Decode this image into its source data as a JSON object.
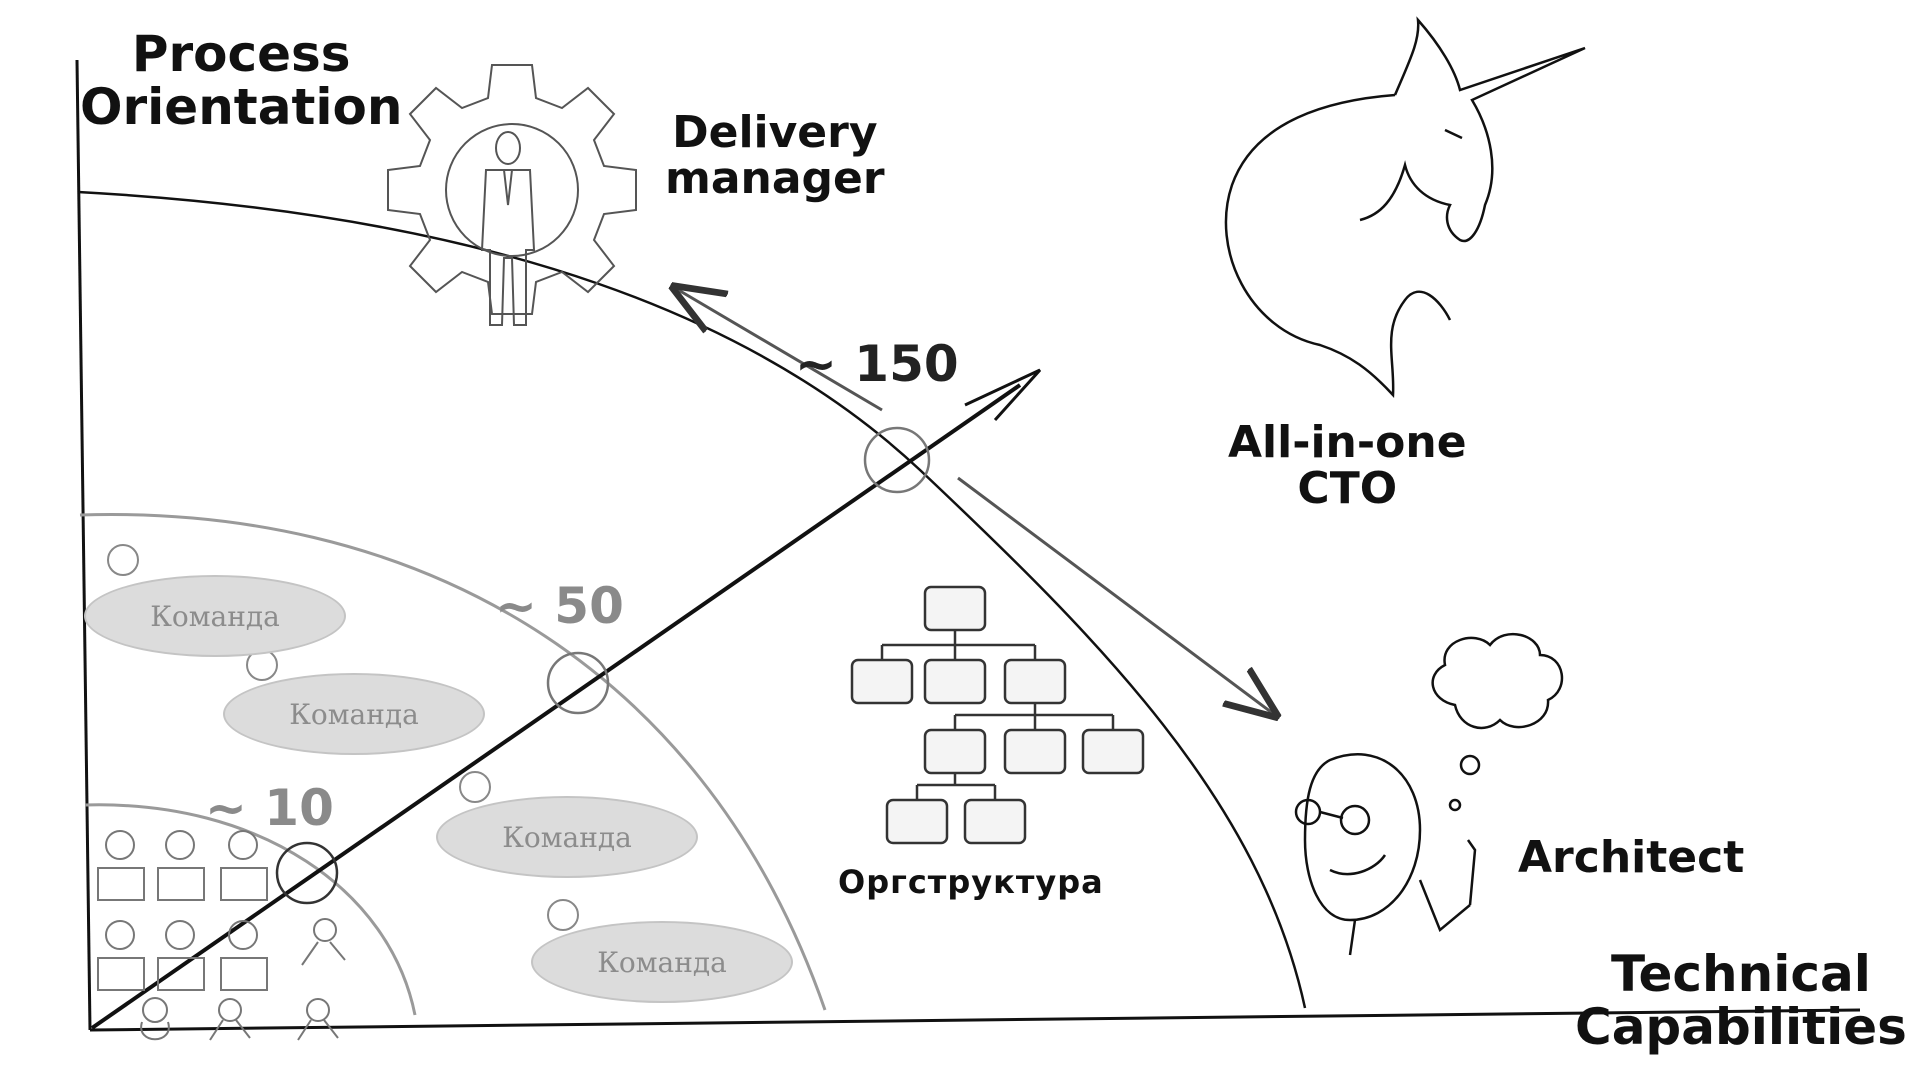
{
  "axes": {
    "y_label_line1": "Process",
    "y_label_line2": "Orientation",
    "x_label_line1": "Technical",
    "x_label_line2": "Capabilities"
  },
  "roles": {
    "delivery_manager_line1": "Delivery",
    "delivery_manager_line2": "manager",
    "cto_line1": "All-in-one",
    "cto_line2": "CTO",
    "architect": "Architect"
  },
  "scales": {
    "small": "~ 10",
    "medium": "~ 50",
    "large": "~ 150"
  },
  "teams": [
    "Команда",
    "Команда",
    "Команда",
    "Команда"
  ],
  "org_chart_label": "Оргструктура",
  "colors": {
    "ink": "#111111",
    "inner_ring": "#9a9a9a",
    "team_fill": "#dcdcdc",
    "team_text": "#8c8c8c"
  },
  "icons": {
    "top_left": "delivery-manager-gear-icon",
    "top_right": "unicorn-icon",
    "bottom_right": "architect-icon",
    "center": "org-chart-icon"
  }
}
